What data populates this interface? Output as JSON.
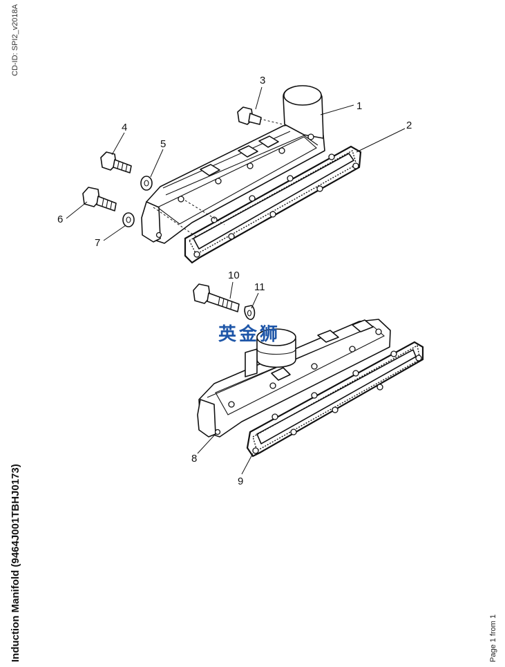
{
  "header": {
    "cd_id": "CD-ID: SPI2_v2018A"
  },
  "footer": {
    "title": "Induction Manifold (9464J001TBHJ0173)",
    "page": "Page 1 from 1"
  },
  "watermark": {
    "text": "英金狮",
    "color": "#1e56a8"
  },
  "callouts": [
    "1",
    "2",
    "3",
    "4",
    "5",
    "6",
    "7",
    "8",
    "9",
    "10",
    "11"
  ]
}
